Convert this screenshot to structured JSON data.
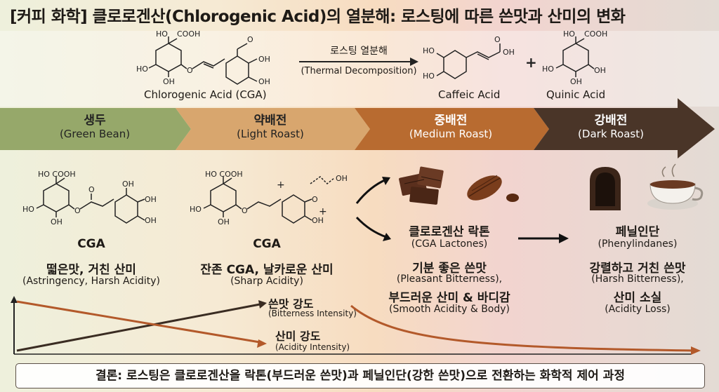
{
  "title": "[커피 화학] 클로로겐산(Chlorogenic Acid)의 열분해: 로스팅에 따른 쓴맛과 산미의 변화",
  "reaction": {
    "reactant": "Chlorogenic Acid (CGA)",
    "arrow_ko": "로스팅 열분해",
    "arrow_en": "(Thermal Decomposition)",
    "product1": "Caffeic Acid",
    "plus": "+",
    "product2": "Quinic Acid"
  },
  "atoms": {
    "cooh": "COOH",
    "ho": "HO",
    "oh": "OH",
    "o": "O",
    "ho_cooh": "HO COOH",
    "plus": "+"
  },
  "stages": [
    {
      "ko": "생두",
      "en": "(Green Bean)",
      "color": "#96a86a"
    },
    {
      "ko": "약배전",
      "en": "(Light Roast)",
      "color": "#d8a66e"
    },
    {
      "ko": "중배전",
      "en": "(Medium Roast)",
      "color": "#b86b30"
    },
    {
      "ko": "강배전",
      "en": "(Dark Roast)",
      "color": "#4a3528"
    }
  ],
  "columns": {
    "green": {
      "compound": "CGA",
      "taste_ko": "떫은맛, 거친 산미",
      "taste_en": "(Astringency, Harsh Acidity)"
    },
    "light": {
      "compound": "CGA",
      "taste_ko": "잔존 CGA, 날카로운 산미",
      "taste_en": "(Sharp Acidity)"
    },
    "medium": {
      "compound_ko": "클로로겐산 락톤",
      "compound_en": "(CGA Lactones)",
      "taste1_ko": "기분 좋은 쓴맛",
      "taste1_en": "(Pleasant Bitterness),",
      "taste2_ko": "부드러운 산미 & 바디감",
      "taste2_en": "(Smooth Acidity & Body)"
    },
    "dark": {
      "compound_ko": "페닐인단",
      "compound_en": "(Phenylindanes)",
      "taste1_ko": "강렬하고 거친 쓴맛",
      "taste1_en": "(Harsh Bitterness),",
      "taste2_ko": "산미 소실",
      "taste2_en": "(Acidity Loss)"
    }
  },
  "trend": {
    "bitterness_ko": "쓴맛 강도",
    "bitterness_en": "(Bitterness Intensity)",
    "acidity_ko": "산미 강도",
    "acidity_en": "(Acidity Intensity)",
    "bitter_color": "#3a2c22",
    "acid_color": "#b3592a"
  },
  "conclusion": "결론: 로스팅은 클로로겐산을 락톤(부드러운 쓴맛)과 페닐인단(강한 쓴맛)으로 전환하는 화학적 제어 과정"
}
